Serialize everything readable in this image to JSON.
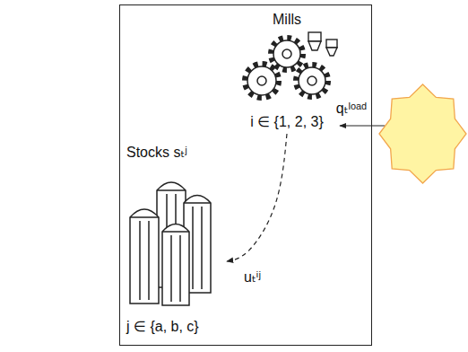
{
  "diagram": {
    "nodes": [
      {
        "text": []
      },
      {
        "text": [
          "Mills",
          "i ∈ {1, 2, 3}"
        ],
        "in": 0
      },
      {
        "text": [
          "Stocks sₜʲ",
          "j ∈ {a, b, c}"
        ],
        "in": 0
      },
      {
        "text": []
      }
    ],
    "edges": [
      {
        "from": 1,
        "to": 2,
        "label": "uₜⁱʲ",
        "arrow": "to"
      },
      {
        "from": 3,
        "to": 1,
        "label": "qₜˡᵒᵃᵈ",
        "arrow": "to"
      }
    ]
  }
}
